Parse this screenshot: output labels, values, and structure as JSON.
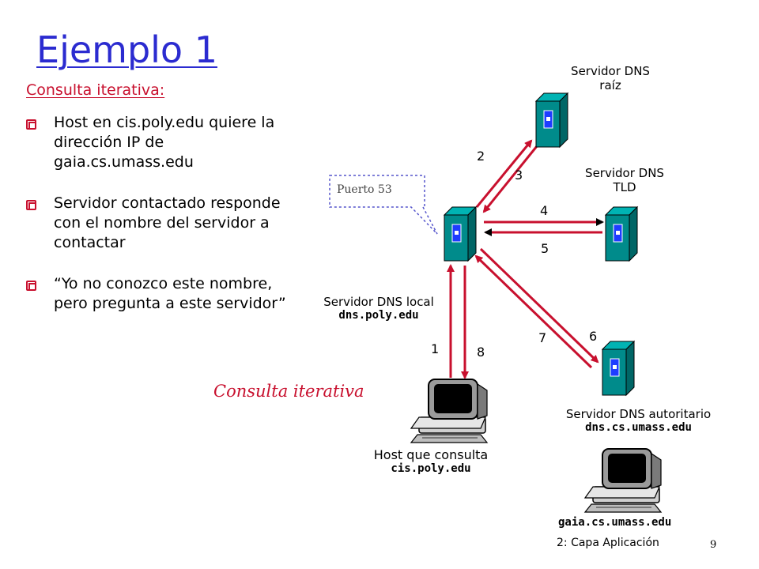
{
  "slide": {
    "title": "Ejemplo 1",
    "subtitle": "Consulta iterativa:",
    "bullets": [
      "Host en cis.poly.edu quiere la dirección  IP de gaia.cs.umass.edu",
      "Servidor contactado responde con el nombre del servidor a contactar",
      "“Yo no conozco este nombre, pero pregunta a este servidor”"
    ],
    "footer": "2: Capa Aplicación",
    "page_number": "9"
  },
  "diagram": {
    "root_server": {
      "line1": "Servidor DNS",
      "line2": "raíz"
    },
    "tld_server": {
      "line1": "Servidor DNS",
      "line2": "TLD"
    },
    "local_server": {
      "line1": "Servidor DNS local",
      "line2": "dns.poly.edu"
    },
    "auth_server": {
      "line1": "Servidor DNS autoritario",
      "line2": "dns.cs.umass.edu"
    },
    "host": {
      "line1": "Host que consulta",
      "line2": "cis.poly.edu"
    },
    "target_host": "gaia.cs.umass.edu",
    "callout": "Puerto 53",
    "iterative_label": "Consulta iterativa",
    "steps": [
      "1",
      "2",
      "3",
      "4",
      "5",
      "6",
      "7",
      "8"
    ]
  },
  "colors": {
    "title": "#2b2bd0",
    "accent_red": "#c8102e",
    "server_body": "#008b8b",
    "server_slot": "#1e3cff"
  }
}
